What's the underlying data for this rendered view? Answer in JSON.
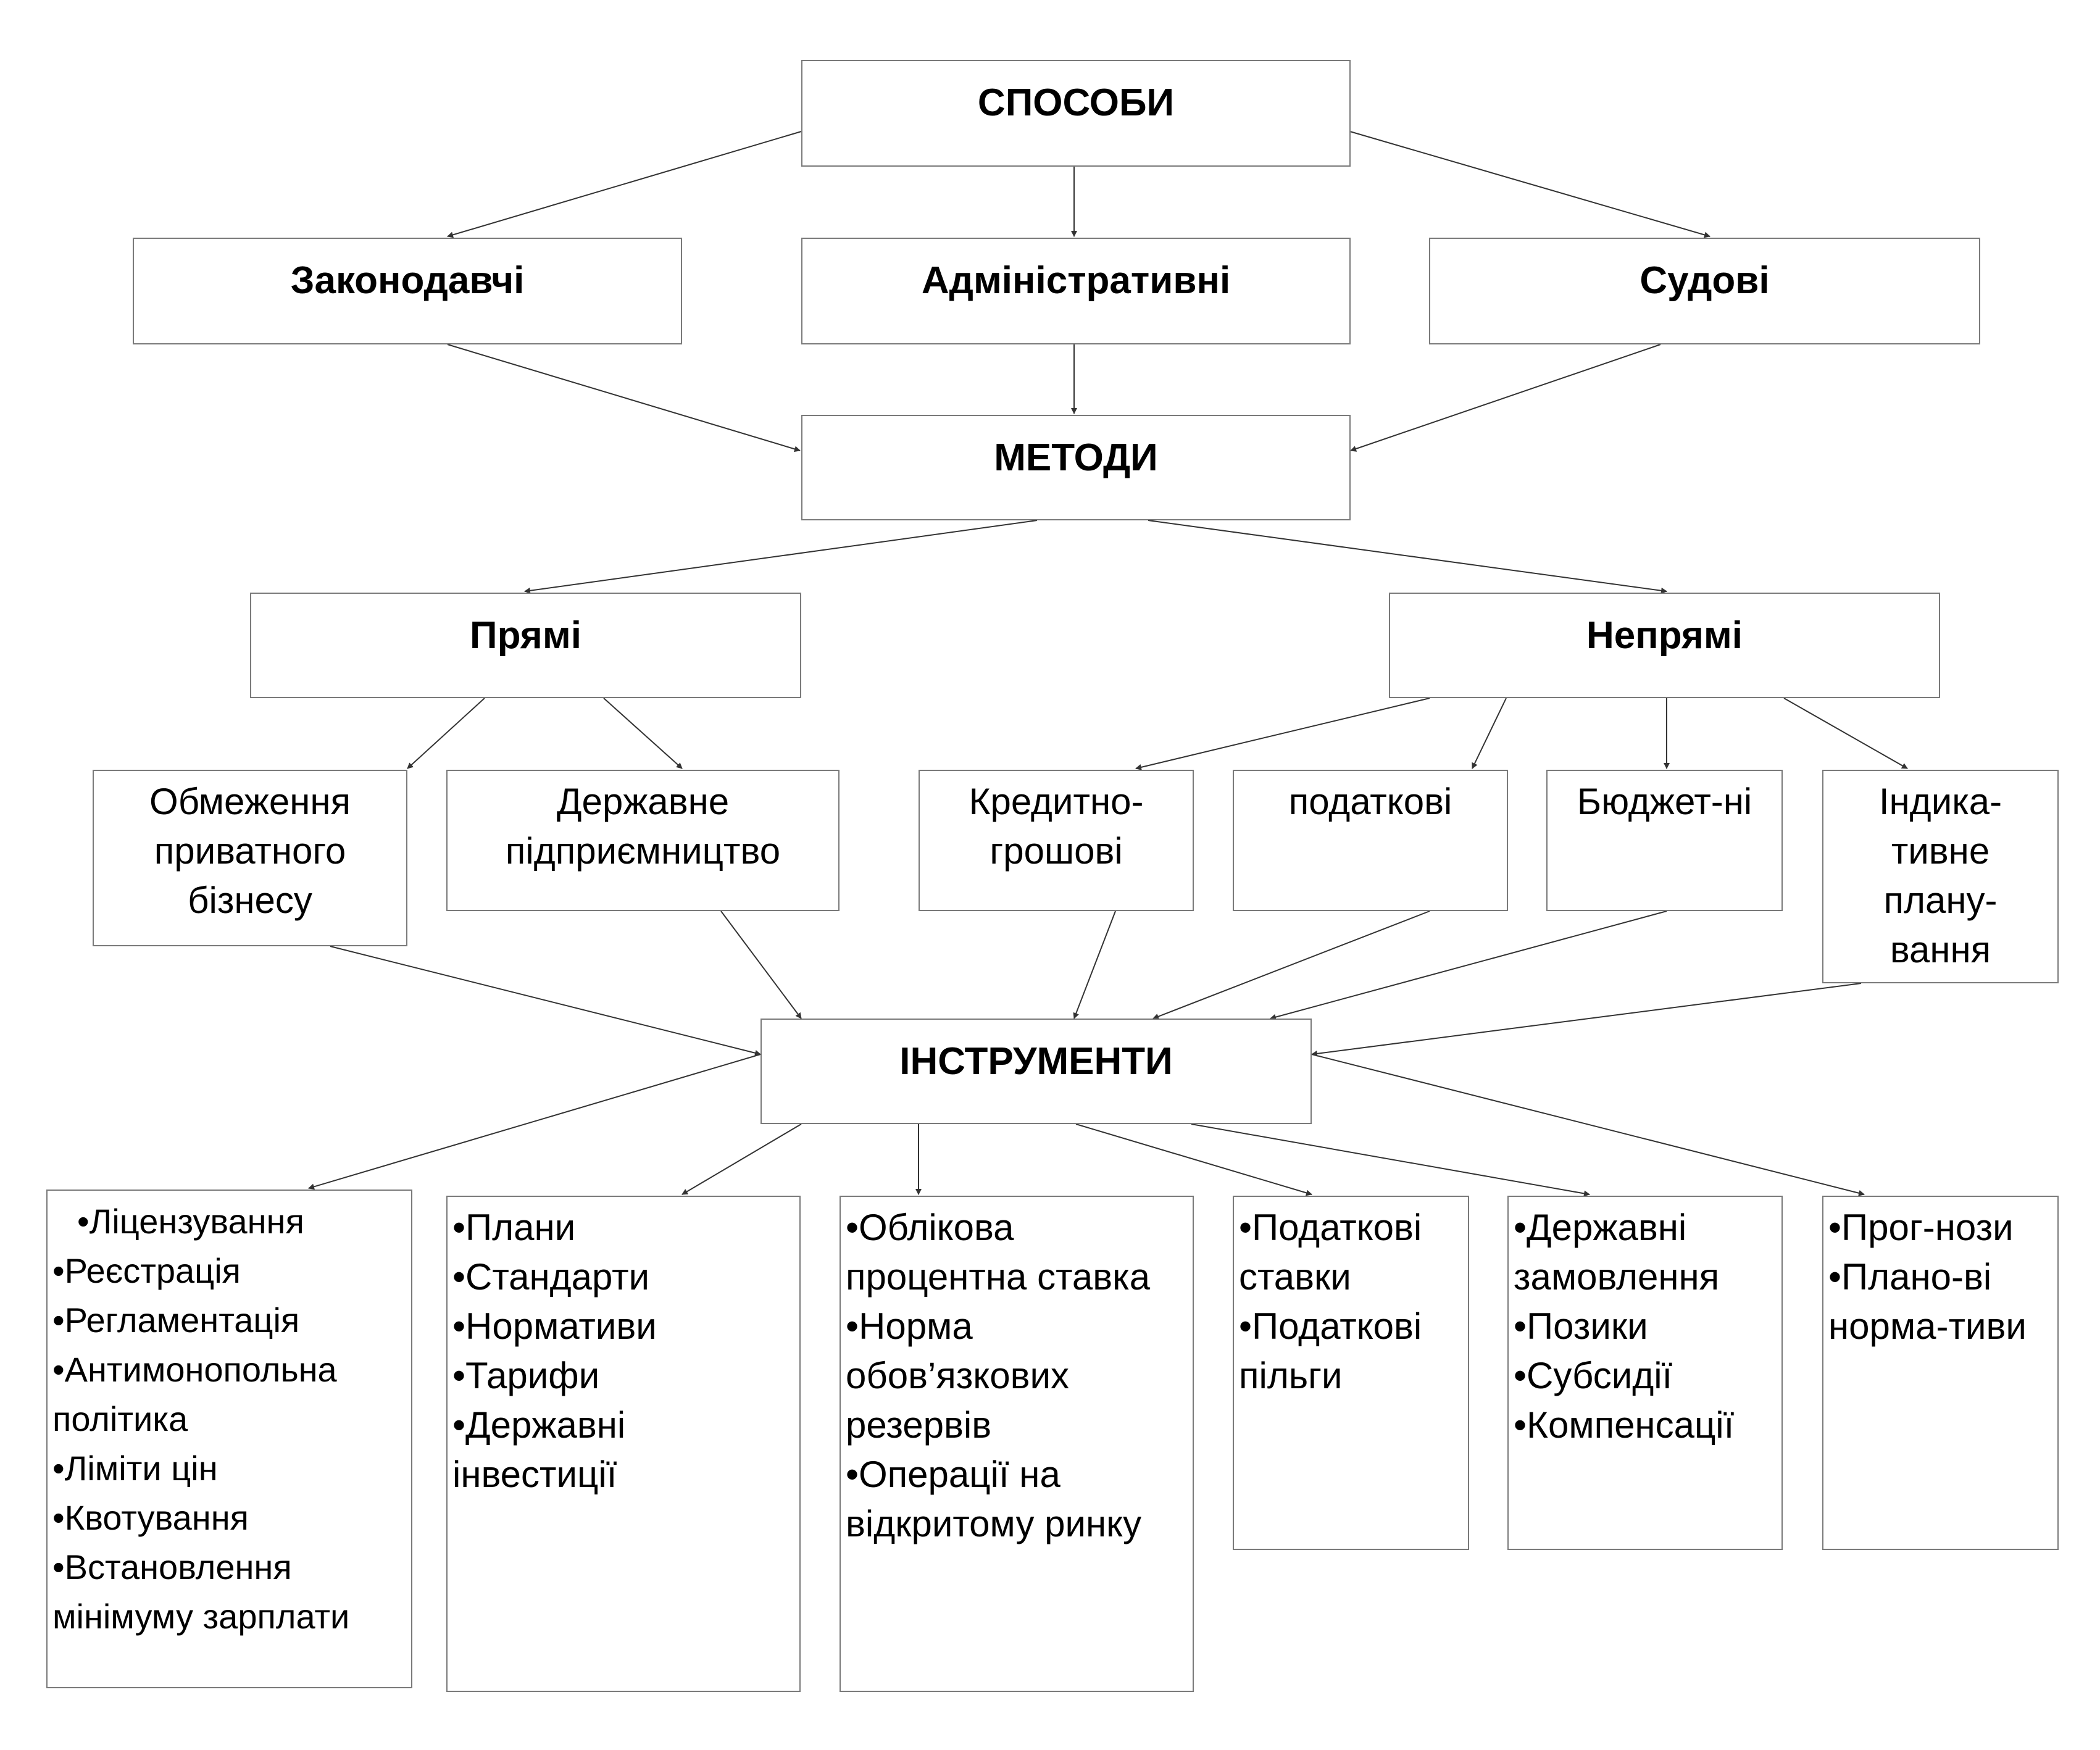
{
  "diagram": {
    "sposoby": "СПОСОБИ",
    "zakonodavchi": "Законодавчі",
    "administratyvni": "Адміністративні",
    "sudovi": "Судові",
    "metody": "МЕТОДИ",
    "priami": "Прямі",
    "nepriami": "Непрямі",
    "obmezhennia": [
      "Обмеження",
      "приватного",
      "бізнесу"
    ],
    "derzhavne": [
      "Державне",
      "підприємництво"
    ],
    "kredytno": [
      "Кредитно-",
      "грошові"
    ],
    "podatkovi": [
      "податкові"
    ],
    "biudzhetni": [
      "Бюджет-ні"
    ],
    "indykatyvne": [
      "Індика-",
      "тивне",
      "плану-",
      "вання"
    ],
    "instrumenty": "ІНСТРУМЕНТИ",
    "list1": [
      "•Ліцензування",
      "•Реєстрація",
      "•Регламентація",
      "•Антимонопольна",
      "політика",
      "•Ліміти цін",
      "•Квотування",
      "•Встановлення",
      "мінімуму зарплати"
    ],
    "list2": [
      "•Плани",
      "•Стандарти",
      "•Нормативи",
      "•Тарифи",
      "•Державні",
      "інвестиції"
    ],
    "list3": [
      "•Облікова",
      "процентна ставка",
      "•Норма",
      "обов’язкових",
      "резервів",
      "•Операції на",
      "відкритому ринку"
    ],
    "list4": [
      "•Податкові",
      "ставки",
      "•Податкові",
      "пільги"
    ],
    "list5": [
      "•Державні",
      "замовлення",
      "•Позики",
      "•Субсидії",
      "•Компенсації"
    ],
    "list6": [
      "•Прог-нози",
      "•Плано-ві",
      "норма-тиви"
    ]
  }
}
